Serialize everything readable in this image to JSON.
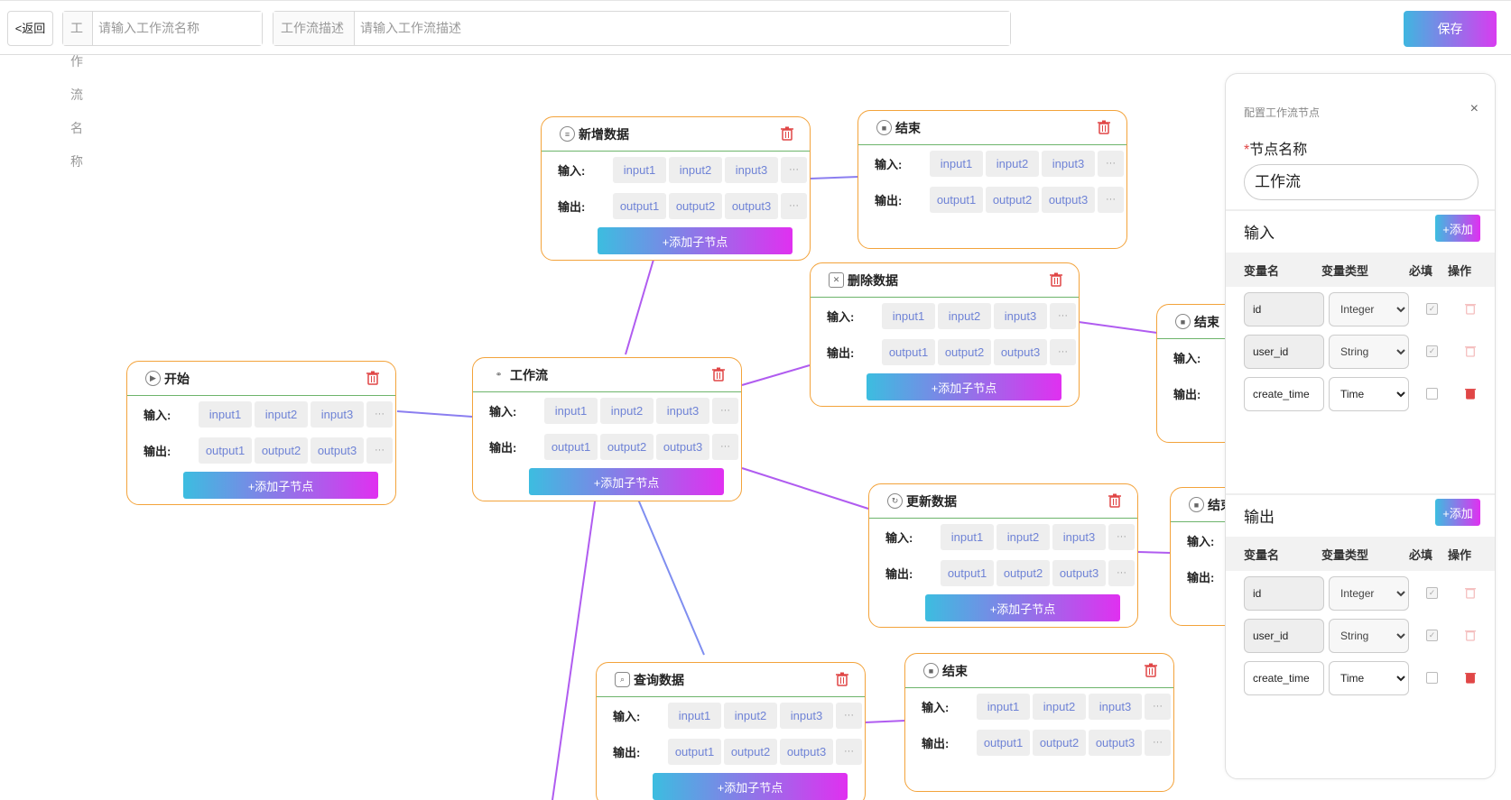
{
  "header": {
    "back_label": "<返回",
    "name_label": "工作流名称",
    "name_placeholder": "请输入工作流名称",
    "desc_label": "工作流描述",
    "desc_placeholder": "请输入工作流描述",
    "save_label": "保存"
  },
  "common": {
    "input_label": "输入:",
    "output_label": "输出:",
    "inputs": [
      "input1",
      "input2",
      "input3"
    ],
    "outputs": [
      "output1",
      "output2",
      "output3"
    ],
    "more": "···",
    "add_child": "+添加子节点"
  },
  "nodes": {
    "start": {
      "title": "开始",
      "icon": "play-icon"
    },
    "workflow": {
      "title": "工作流",
      "icon": "share-icon"
    },
    "add_data": {
      "title": "新增数据",
      "icon": "list-icon"
    },
    "end_top": {
      "title": "结束",
      "icon": "stop-icon"
    },
    "delete_data": {
      "title": "删除数据",
      "icon": "database-delete-icon"
    },
    "end_mid": {
      "title": "结束",
      "icon": "stop-icon"
    },
    "update_data": {
      "title": "更新数据",
      "icon": "database-refresh-icon"
    },
    "end_update": {
      "title": "结束",
      "icon": "stop-icon"
    },
    "query_data": {
      "title": "查询数据",
      "icon": "database-search-icon"
    },
    "end_query": {
      "title": "结束",
      "icon": "stop-icon"
    }
  },
  "panel": {
    "title": "配置工作流节点",
    "close": "×",
    "name_label": "节点名称",
    "required_mark": "*",
    "name_value": "工作流",
    "input_section": {
      "title": "输入",
      "add_label": "+添加",
      "columns": [
        "变量名",
        "变量类型",
        "必填",
        "操作"
      ],
      "rows": [
        {
          "name": "id",
          "type": "Integer",
          "required": true
        },
        {
          "name": "user_id",
          "type": "String",
          "required": true
        },
        {
          "name": "create_time",
          "type": "Time",
          "required": false
        }
      ]
    },
    "output_section": {
      "title": "输出",
      "add_label": "+添加",
      "columns": [
        "变量名",
        "变量类型",
        "必填",
        "操作"
      ],
      "rows": [
        {
          "name": "id",
          "type": "Integer",
          "required": true
        },
        {
          "name": "user_id",
          "type": "String",
          "required": true
        },
        {
          "name": "create_time",
          "type": "Time",
          "required": false
        }
      ]
    }
  },
  "colors": {
    "accent_start": "#3cbde0",
    "accent_end": "#e030f0",
    "node_border": "#f3a33b",
    "chip_text": "#6f83d6",
    "delete_red": "#e04646"
  }
}
